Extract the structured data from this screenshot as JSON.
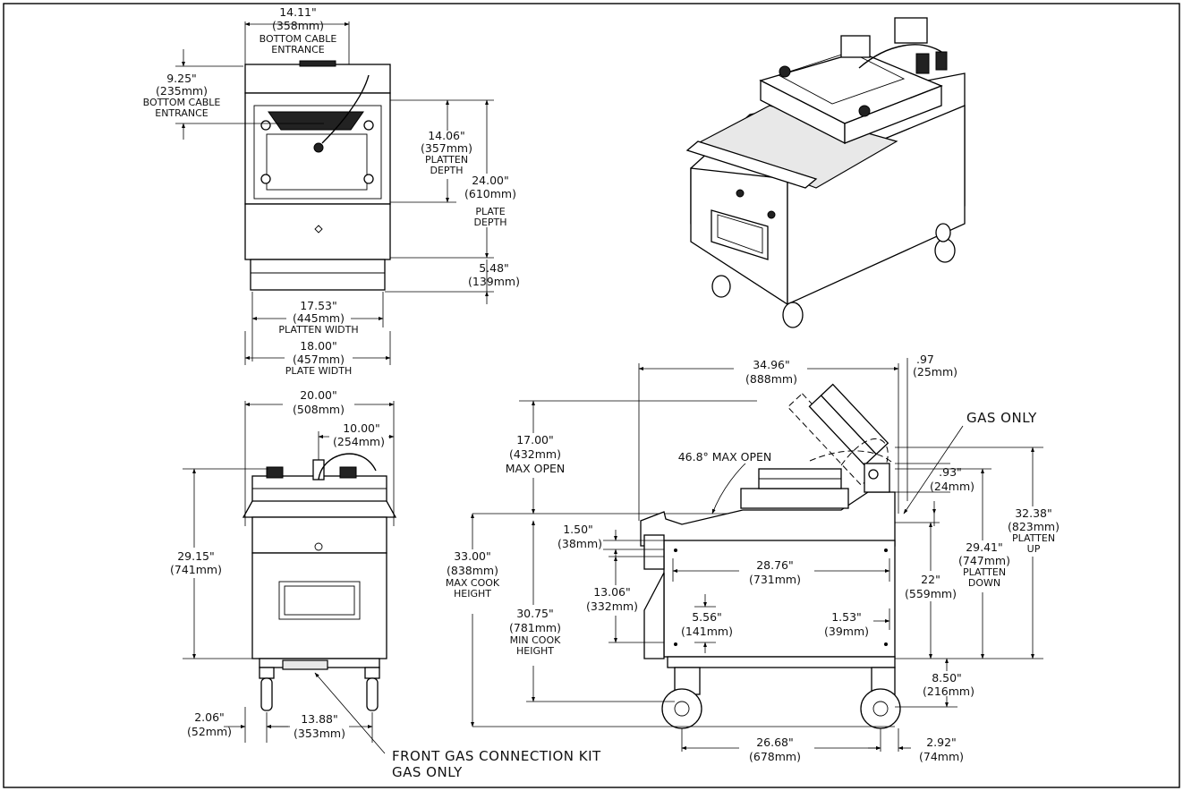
{
  "top_view": {
    "bottom_cable_width": "14.11\"",
    "bottom_cable_width_mm": "(358mm)",
    "bottom_cable_width_note1": "BOTTOM CABLE",
    "bottom_cable_width_note2": "ENTRANCE",
    "bottom_cable_depth": "9.25\"",
    "bottom_cable_depth_mm": "(235mm)",
    "bottom_cable_depth_note1": "BOTTOM CABLE",
    "bottom_cable_depth_note2": "ENTRANCE",
    "platten_depth": "14.06\"",
    "platten_depth_mm": "(357mm)",
    "platten_depth_note1": "PLATTEN",
    "platten_depth_note2": "DEPTH",
    "plate_depth": "24.00\"",
    "plate_depth_mm": "(610mm)",
    "plate_depth_note1": "PLATE",
    "plate_depth_note2": "DEPTH",
    "front_overhang": "5.48\"",
    "front_overhang_mm": "(139mm)",
    "platten_width": "17.53\"",
    "platten_width_mm": "(445mm)",
    "platten_width_note": "PLATTEN WIDTH",
    "plate_width": "18.00\"",
    "plate_width_mm": "(457mm)",
    "plate_width_note": "PLATE WIDTH"
  },
  "front_view": {
    "overall_width": "20.00\"",
    "overall_width_mm": "(508mm)",
    "gas_offset": "10.00\"",
    "gas_offset_mm": "(254mm)",
    "height": "29.15\"",
    "height_mm": "(741mm)",
    "caster_inset": "2.06\"",
    "caster_inset_mm": "(52mm)",
    "caster_spacing": "13.88\"",
    "caster_spacing_mm": "(353mm)",
    "gas_kit_note1": "FRONT GAS CONNECTION KIT",
    "gas_kit_note2": "GAS ONLY"
  },
  "side_view": {
    "overall_depth": "34.96\"",
    "overall_depth_mm": "(888mm)",
    "rear_offset": ".97",
    "rear_offset_mm": "(25mm)",
    "gas_only": "GAS ONLY",
    "max_open": "17.00\"",
    "max_open_mm": "(432mm)",
    "max_open_note": "MAX OPEN",
    "max_open_angle": "46.8° MAX OPEN",
    "rear_gap": ".93\"",
    "rear_gap_mm": "(24mm)",
    "platten_up": "32.38\"",
    "platten_up_mm": "(823mm)",
    "platten_up_note1": "PLATTEN",
    "platten_up_note2": "UP",
    "max_cook": "33.00\"",
    "max_cook_mm": "(838mm)",
    "max_cook_note1": "MAX COOK",
    "max_cook_note2": "HEIGHT",
    "top_offset": "1.50\"",
    "top_offset_mm": "(38mm)",
    "body_width": "28.76\"",
    "body_width_mm": "(731mm)",
    "platten_down": "29.41\"",
    "platten_down_mm": "(747mm)",
    "platten_down_note1": "PLATTEN",
    "platten_down_note2": "DOWN",
    "panel_height": "13.06\"",
    "panel_height_mm": "(332mm)",
    "counter_height": "22\"",
    "counter_height_mm": "(559mm)",
    "min_cook": "30.75\"",
    "min_cook_mm": "(781mm)",
    "min_cook_note1": "MIN COOK",
    "min_cook_note2": "HEIGHT",
    "lower_offset": "5.56\"",
    "lower_offset_mm": "(141mm)",
    "side_inset": "1.53\"",
    "side_inset_mm": "(39mm)",
    "leg_height": "8.50\"",
    "leg_height_mm": "(216mm)",
    "wheelbase": "26.68\"",
    "wheelbase_mm": "(678mm)",
    "rear_caster": "2.92\"",
    "rear_caster_mm": "(74mm)"
  }
}
